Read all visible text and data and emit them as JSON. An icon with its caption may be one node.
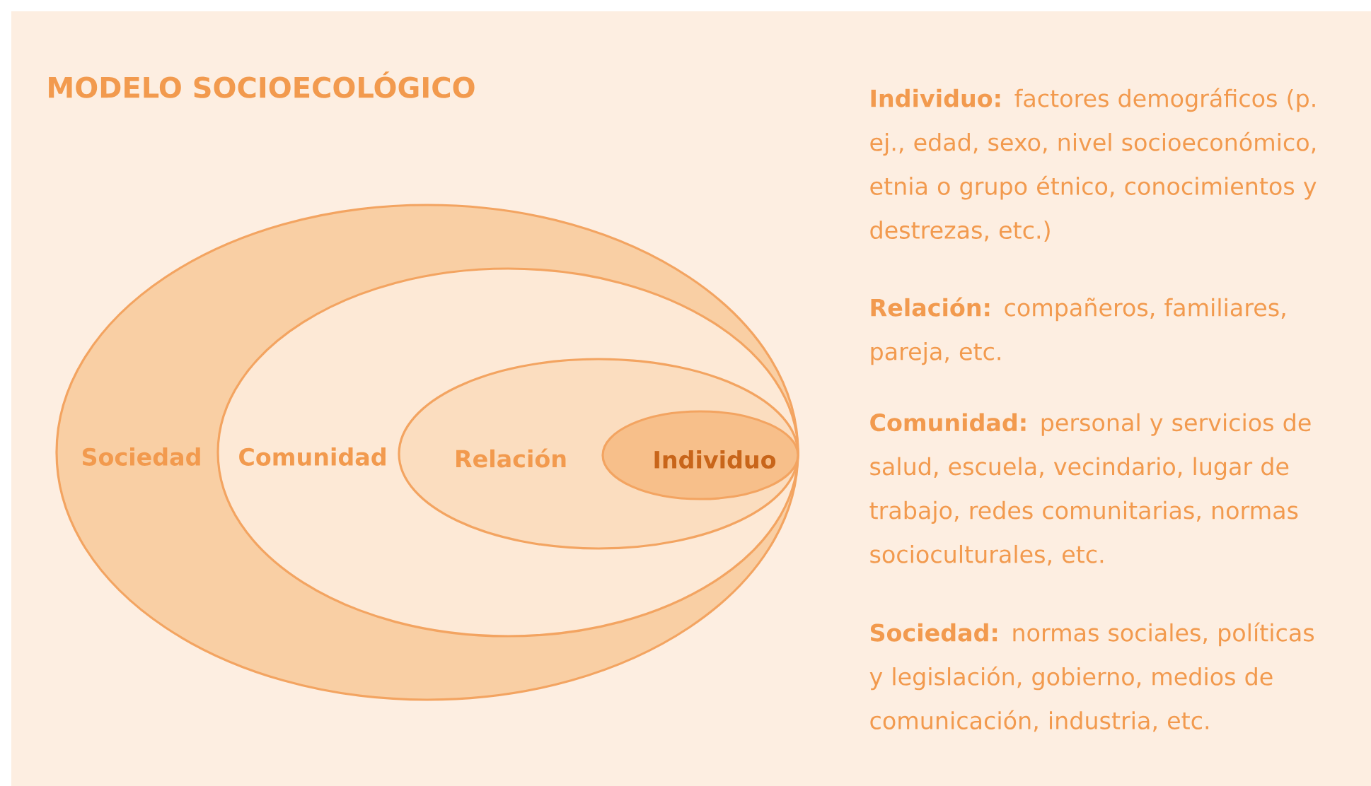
{
  "diagram": {
    "title": "MODELO SOCIOECOLÓGICO",
    "nodes": [
      {
        "text": [
          "Sociedad"
        ]
      },
      {
        "text": [
          "Comunidad"
        ],
        "in": 0
      },
      {
        "text": [
          "Relación"
        ],
        "in": 1
      },
      {
        "text": [
          "Individuo"
        ],
        "in": 2
      }
    ],
    "labels": [
      "**Individuo:** factores demográficos (p. ej., edad, sexo, nivel socioeconómico, etnia o grupo étnico, conocimientos y destrezas, etc.)",
      "**Relación:** compañeros, familiares, pareja, etc.",
      "**Comunidad:** personal y servicios de salud, escuela, vecindario, lugar de trabajo, redes comunitarias, normas socioculturales, etc.",
      "**Sociedad:** normas sociales, políticas y legislación, gobierno, medios de comunicación, industria, etc."
    ]
  }
}
